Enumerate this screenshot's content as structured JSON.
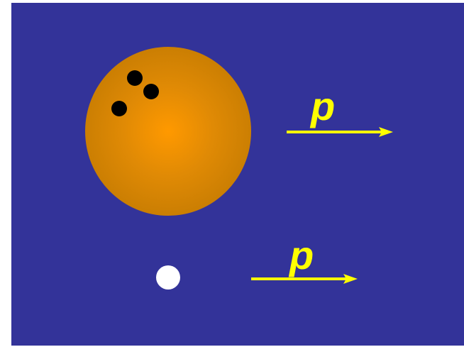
{
  "colors": {
    "background": "#333399",
    "bowling_ball": "#ff9900",
    "arrow": "#ffff00",
    "holes": "#000000",
    "small_ball": "#ffffff"
  },
  "top_object": {
    "label": "p",
    "icon": "bowling-ball"
  },
  "bottom_object": {
    "label": "p",
    "icon": "white-ball"
  }
}
